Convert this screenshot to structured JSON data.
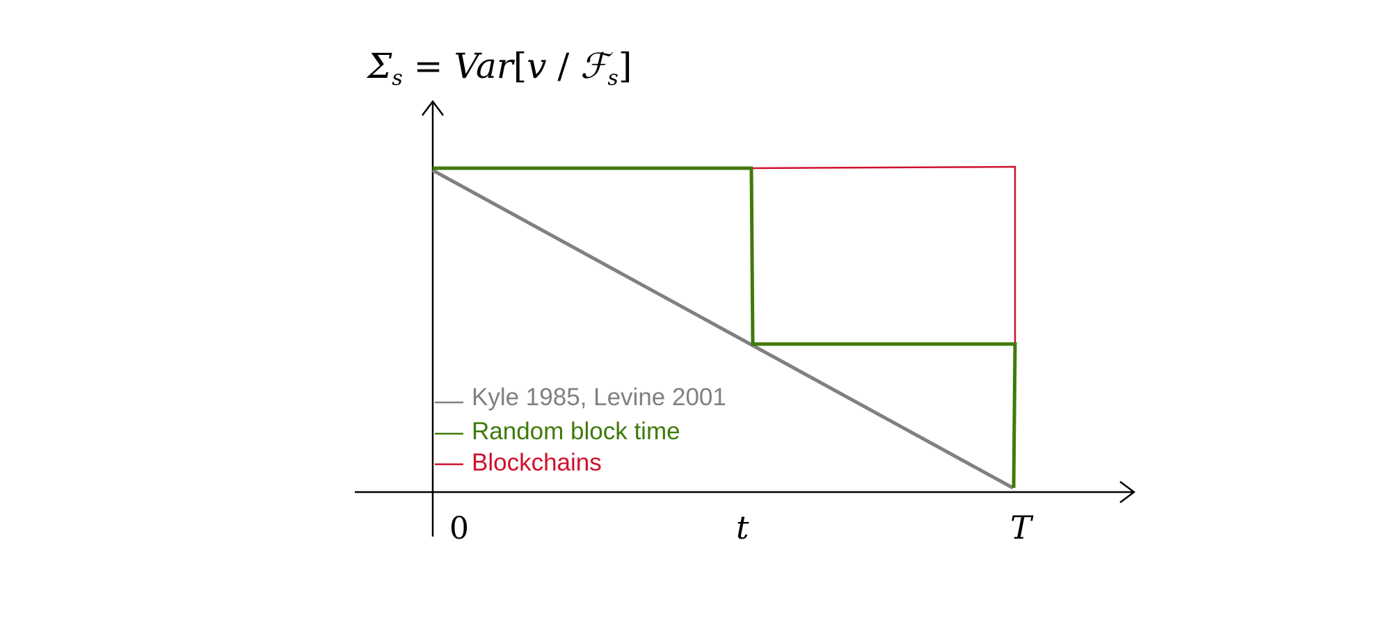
{
  "y_axis_label": {
    "sigma": "Σ",
    "sigma_sub": "s",
    "equals": " = ",
    "var": "Var",
    "open_bracket": "[",
    "v": "v",
    "slash": " / ",
    "script_f": "ℱ",
    "f_sub": "s",
    "close_bracket": "]"
  },
  "x_ticks": {
    "zero": "0",
    "t": "t",
    "T": "T"
  },
  "legend": [
    {
      "label": "Kyle 1985, Levine 2001",
      "color": "#808080"
    },
    {
      "label": "Random block time",
      "color": "#3f7a0a"
    },
    {
      "label": "Blockchains",
      "color": "#d0102a"
    }
  ],
  "chart_data": {
    "type": "line",
    "x_ticks": [
      "0",
      "t",
      "T"
    ],
    "series": [
      {
        "name": "Kyle 1985, Levine 2001",
        "color": "#808080",
        "points": [
          [
            "0",
            "high"
          ],
          [
            "T",
            "0"
          ]
        ]
      },
      {
        "name": "Random block time",
        "color": "#3f7a0a",
        "points": [
          [
            "0",
            "high"
          ],
          [
            "t",
            "high"
          ],
          [
            "t",
            "mid"
          ],
          [
            "T",
            "mid"
          ],
          [
            "T",
            "0"
          ]
        ]
      },
      {
        "name": "Blockchains",
        "color": "#d0102a",
        "points": [
          [
            "t",
            "high"
          ],
          [
            "T",
            "high"
          ],
          [
            "T",
            "mid"
          ]
        ]
      }
    ]
  }
}
